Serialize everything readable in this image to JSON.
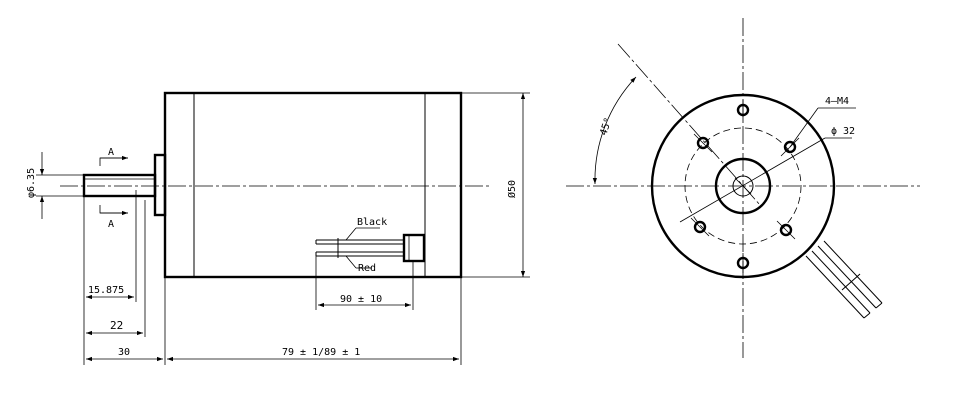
{
  "side_view": {
    "shaft_diameter": "φ6.35",
    "section_mark_top": "A",
    "section_mark_bottom": "A",
    "body_diameter": "Ø50",
    "wire_black": "Black",
    "wire_red": "Red",
    "lead_length": "90 ± 10",
    "flat_length": "15.875",
    "shaft_length_22": "22",
    "shaft_length_30": "30",
    "body_length": "79 ± 1/89 ± 1"
  },
  "end_view": {
    "angle": "45°",
    "holes": "4–M4",
    "pcd": "ϕ 32"
  }
}
